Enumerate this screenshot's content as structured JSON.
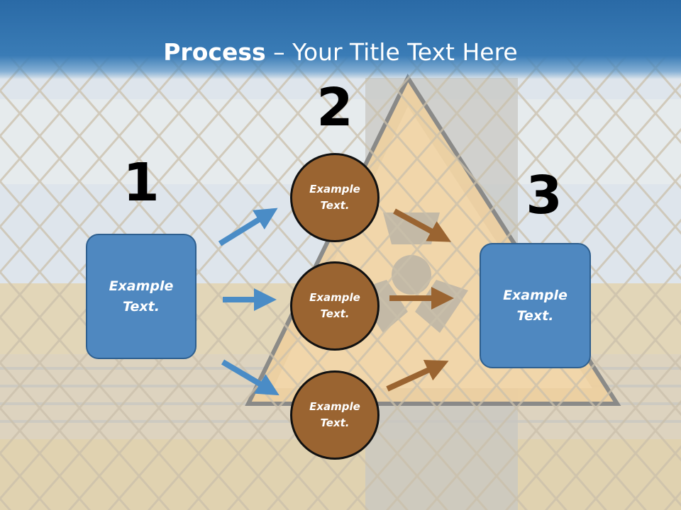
{
  "title": {
    "bold": "Process",
    "rest": " – Your Title Text Here"
  },
  "steps": [
    {
      "number": "1",
      "text": "Example\nText."
    },
    {
      "number": "2",
      "items": [
        "Example\nText.",
        "Example\nText.",
        "Example\nText."
      ]
    },
    {
      "number": "3",
      "text": "Example\nText."
    }
  ],
  "colors": {
    "title_bar": "#3a7cb6",
    "box_fill": "#4f88c0",
    "circle_fill": "#9a6431",
    "blue_arrow": "#4a8cc6",
    "brown_arrow": "#9a6431"
  }
}
